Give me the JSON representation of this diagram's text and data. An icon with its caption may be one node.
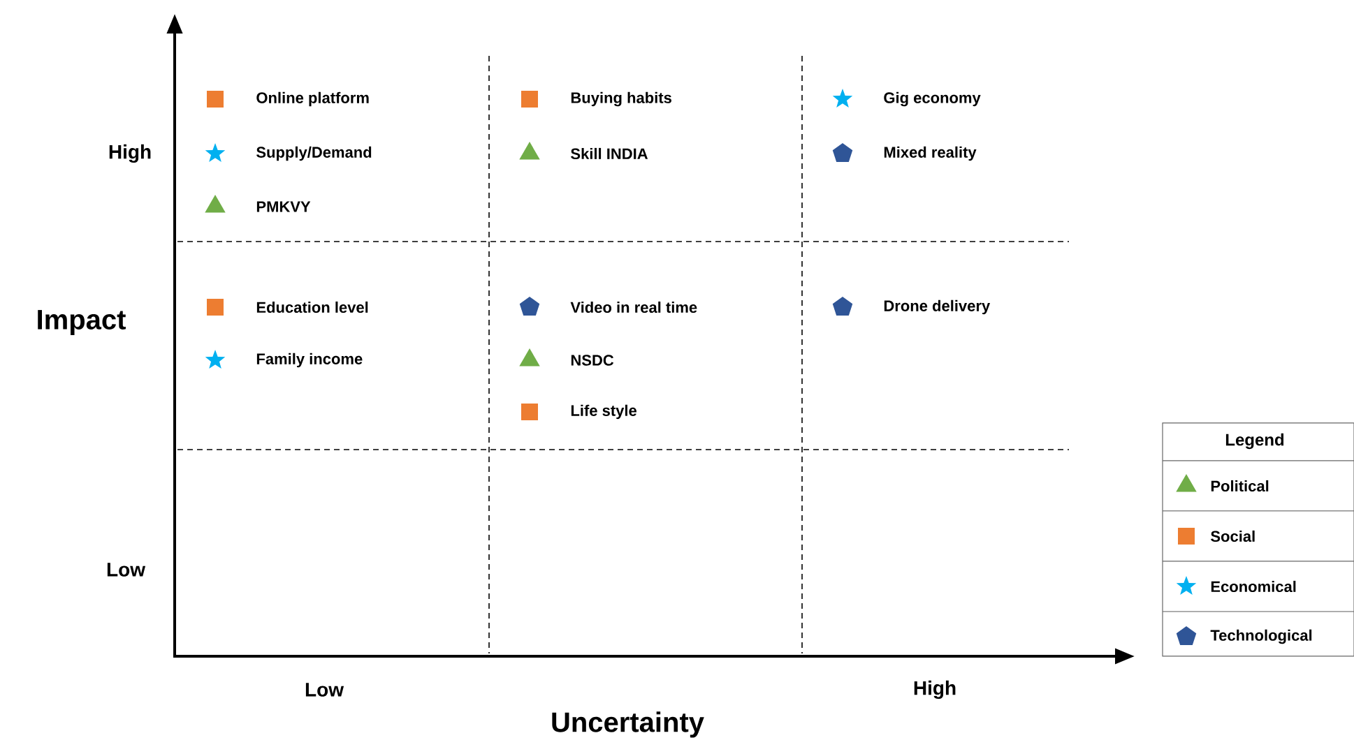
{
  "diagram": {
    "labels": [
      "High",
      "Online platform",
      "Buying habits",
      "Gig economy",
      "Supply/Demand",
      "Skill INDIA",
      "Mixed reality",
      "PMKVY",
      "Education level",
      "Video in real time",
      "Drone delivery",
      "Family income",
      "NSDC",
      "Life style",
      "Impact",
      "Low",
      "Legend",
      "Low",
      "High",
      "Uncertainty"
    ],
    "legend": [
      {
        "text": "Political",
        "color": "#70ad47"
      },
      {
        "text": "Social",
        "color": "#ed7d31"
      },
      {
        "text": "Economical",
        "color": "#00b0f0"
      },
      {
        "text": "Technological",
        "color": "#2f5597"
      }
    ]
  }
}
